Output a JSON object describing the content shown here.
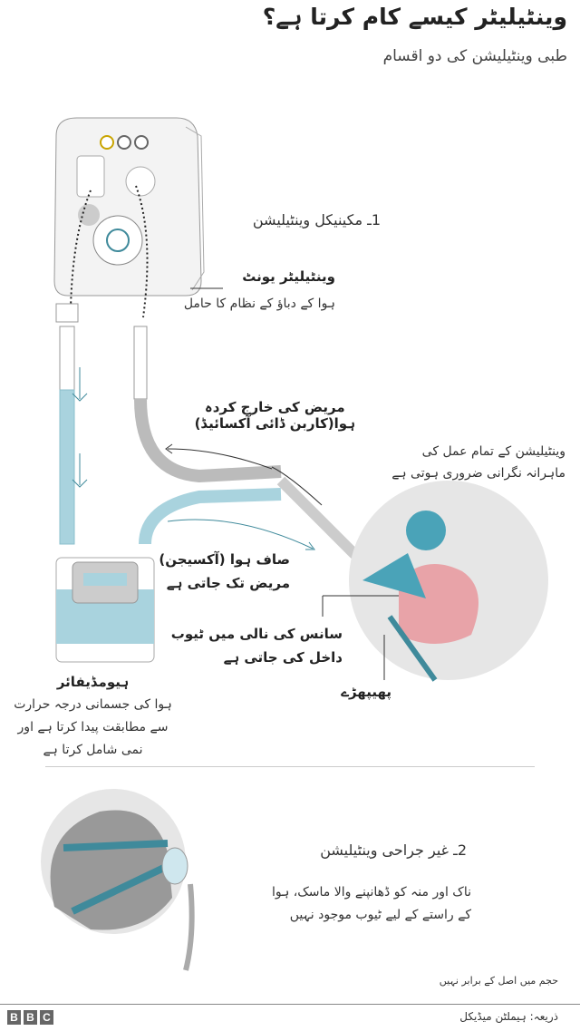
{
  "header": {
    "title": "وینٹیلیٹر کیسے کام کرتا ہے؟",
    "subtitle": "طبی وینٹیلیشن کی دو اقسام"
  },
  "mechanical": {
    "heading": "1ـ مکینیکل وینٹیلیشن",
    "unit_label": "وینٹیلیٹر یونٹ",
    "unit_desc": "ہوا کے دباؤ کے نظام کا حامل",
    "exhaled_line1": "مریض کی خارج کردہ",
    "exhaled_line2": "ہوا(کاربن ڈائی آکسائیڈ)",
    "monitoring_line1": "وینٹیلیشن کے تمام عمل کی",
    "monitoring_line2": "ماہرانہ نگرانی ضروری ہوتی ہے",
    "oxygen_line1": "صاف ہوا (آکسیجن)",
    "oxygen_line2": "مریض تک جاتی ہے",
    "tube_line1": "سانس کی نالی میں ٹیوب",
    "tube_line2": "داخل کی جاتی ہے",
    "lungs_label": "پھیپھڑے",
    "humidifier_label": "ہیومڈیفائر",
    "humidifier_line1": "ہوا کی جسمانی درجہ حرارت",
    "humidifier_line2": "سے مطابقت پیدا کرتا ہے اور",
    "humidifier_line3": "نمی شامل کرتا ہے"
  },
  "non_invasive": {
    "heading": "2ـ غیر جراحی وینٹیلیشن",
    "desc_line1": "ناک اور منہ کو ڈھانپنے والا ماسک، ہوا",
    "desc_line2": "کے راستے کے لیے ٹیوب موجود نہیں"
  },
  "scale_note": "حجم میں اصل کے برابر نہیں",
  "footer": {
    "logo": [
      "B",
      "B",
      "C"
    ],
    "source": "ذریعہ: ہیملٹن میڈیکل"
  },
  "colors": {
    "tube_blue": "#a9d3de",
    "accent_teal": "#3f8a9b",
    "lung_pink": "#e8a3a8",
    "machine_grey": "#f2f2f2",
    "patient_circle": "#e6e6e6"
  }
}
